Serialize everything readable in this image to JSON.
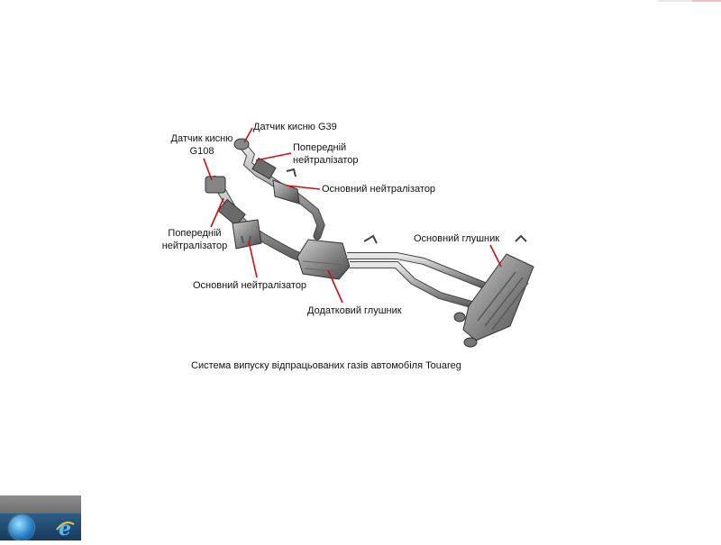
{
  "labels": {
    "sensor_g108_line1": "Датчик кисню",
    "sensor_g108_line2": "G108",
    "sensor_g39": "Датчик кисню G39",
    "pre_cat_top_line1": "Попередній",
    "pre_cat_top_line2": "нейтралізатор",
    "main_cat_top": "Основний нейтралізатор",
    "pre_cat_left_line1": "Попередній",
    "pre_cat_left_line2": "нейтралізатор",
    "main_cat_bottom": "Основний нейтралізатор",
    "aux_muffler": "Додатковий глушник",
    "main_muffler": "Основний глушник"
  },
  "caption": "Система випуску відпрацьованих газів автомобіля Touareg",
  "colors": {
    "leader_line": "#cc1010",
    "pipe": "#9a9a9a",
    "component": "#7d7d7d"
  },
  "taskbar": {
    "start_icon": "windows-start-icon",
    "pinned_icon": "internet-explorer-icon"
  }
}
